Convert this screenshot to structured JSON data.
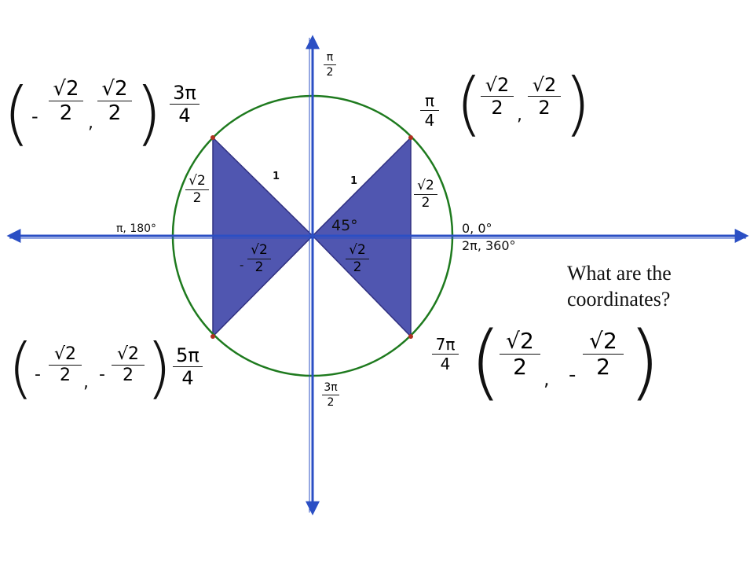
{
  "colors": {
    "axis": "#2b4fc4",
    "circle": "#1e7a1e",
    "triangle_fill": "#5056b0",
    "triangle_stroke": "#303080",
    "point": "#b03020",
    "text": "#111111"
  },
  "axis_labels": {
    "right": "0, 0°",
    "right2": "2π, 360°",
    "left": "π, 180°",
    "top_num": "π",
    "top_den": "2",
    "bottom_num": "3π",
    "bottom_den": "2"
  },
  "angle_labels": {
    "q1": {
      "num": "π",
      "den": "4"
    },
    "q2": {
      "num": "3π",
      "den": "4"
    },
    "q3": {
      "num": "5π",
      "den": "4"
    },
    "q4": {
      "num": "7π",
      "den": "4"
    }
  },
  "triangle_labels": {
    "hyp_left": "1",
    "hyp_right": "1",
    "angle": "45°",
    "radical": "√2",
    "two": "2",
    "minus": "-"
  },
  "coordinates": {
    "q1": {
      "x_sign": "",
      "y_sign": "",
      "radical": "√2",
      "den": "2",
      "comma": ","
    },
    "q2": {
      "x_sign": "-",
      "y_sign": "",
      "radical": "√2",
      "den": "2",
      "comma": ","
    },
    "q3": {
      "x_sign": "-",
      "y_sign": "-",
      "radical": "√2",
      "den": "2",
      "comma": ","
    },
    "q4": {
      "x_sign": "",
      "y_sign": "-",
      "radical": "√2",
      "den": "2",
      "comma": ","
    }
  },
  "parens": {
    "open": "(",
    "close": ")"
  },
  "question": "What are the\ncoordinates?"
}
